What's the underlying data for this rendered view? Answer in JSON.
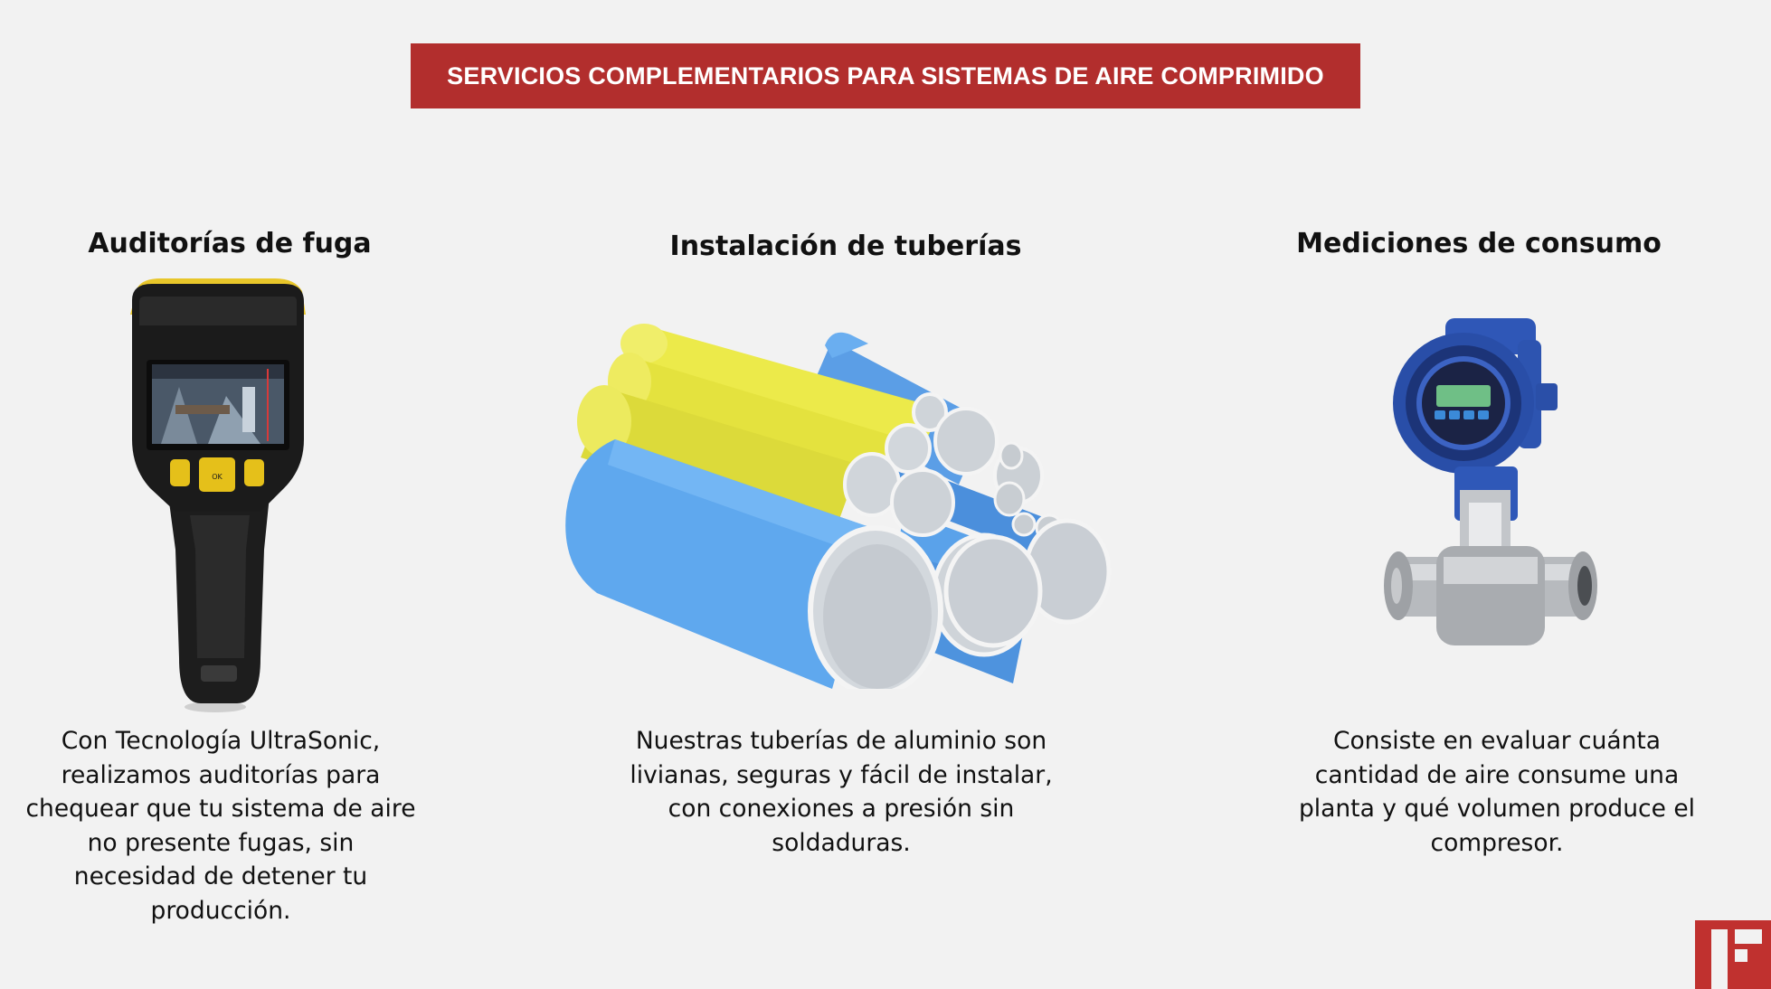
{
  "banner": {
    "title": "SERVICIOS COMPLEMENTARIOS PARA SISTEMAS DE AIRE COMPRIMIDO"
  },
  "services": [
    {
      "title": "Auditorías de fuga",
      "description": "Con Tecnología UltraSonic, realizamos auditorías para chequear que tu sistema de aire no presente fugas, sin necesidad de detener tu producción.",
      "image_icon": "ultrasonic-leak-detector-icon"
    },
    {
      "title": "Instalación de tuberías",
      "description": "Nuestras tuberías de aluminio son livianas, seguras y fácil de instalar,  con conexiones a presión sin soldaduras.",
      "image_icon": "aluminum-pipes-icon"
    },
    {
      "title": "Mediciones de consumo",
      "description": "Consiste en evaluar cuánta cantidad de aire consume una planta y qué volumen produce el compresor.",
      "image_icon": "flow-meter-icon"
    }
  ],
  "colors": {
    "banner": "#b22e2d",
    "background": "#f2f2f2",
    "logo": "#c0312f"
  }
}
